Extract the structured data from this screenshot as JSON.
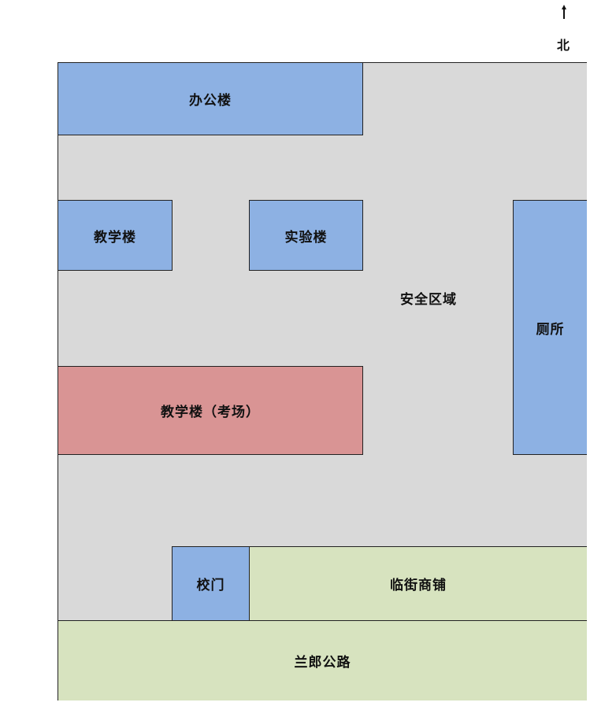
{
  "compass": {
    "label": "北"
  },
  "map": {
    "safe_zone": "安全区域",
    "buildings": {
      "office": "办公楼",
      "teaching": "教学楼",
      "lab": "实验楼",
      "exam_hall": "教学楼（考场）",
      "toilet": "厕所",
      "gate": "校门"
    },
    "shops": "临街商铺",
    "road": "兰郎公路"
  },
  "colors": {
    "safe_zone": "#d9d9d9",
    "building": "#8db1e3",
    "exam_hall": "#d99494",
    "street": "#d7e3bf"
  }
}
